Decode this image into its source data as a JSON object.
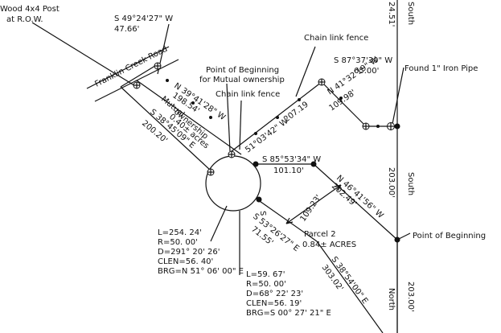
{
  "labels": {
    "post": [
      "Wood 4x4 Post",
      "at R.O.W."
    ],
    "top_left_bearing": "S 49°24'27\" W",
    "top_left_distance": "47.66'",
    "road": "Franklin Creek Road",
    "pob_mutual": [
      "Point of Beginning",
      "for Mutual ownership"
    ],
    "chain_link_top": "Chain link fence",
    "chain_link_mid": "Chain link fence",
    "top_bearing": "S 87°37'30\" W",
    "top_distance": "65.00'",
    "iron_pipe": "Found 1\" Iron Pipe",
    "south_top": "South",
    "south_top_dist": "24.51'",
    "south_mid": "South",
    "south_mid_dist": "203.00'",
    "north_bot": "North",
    "north_bot_dist": "203.00'",
    "pob": "Point of Beginning",
    "n39": "N 39°41'28\" W",
    "n39_dist": "198.54'",
    "mutual_ownership": [
      "Mutual",
      "ownership"
    ],
    "mutual_acres": "0.40± acres",
    "s38_left": "S 38°45'09\" E",
    "s38_left_dist": "200.20'",
    "b51": "51°03'42\" W",
    "b51_dist": "207.19",
    "n41": "N 41°32'19\" W",
    "n41_dist": "109.98'",
    "s85": "S 85°53'34\" W",
    "s85_dist": "101.10'",
    "n46": "N 46°41'56\" W",
    "n46_dist": "202.49'",
    "dim_109": "109.23'",
    "parcel": "Parcel 2",
    "parcel_acres": "0.84± ACRES",
    "s53": "S 53°26'27\" E",
    "s53_dist": "71.55'",
    "s38_bot": "S 38°54'00\" E",
    "s38_bot_dist": "303.02'",
    "curve1": [
      "L=254. 24'",
      "R=50. 00'",
      "D=291° 20' 26'",
      "CLEN=56. 40'",
      "BRG=N 51° 06' 00\" E"
    ],
    "curve2": [
      "L=59. 67'",
      "R=50. 00'",
      "D=68° 22' 23'",
      "CLEN=56. 19'",
      "BRG=S 00° 27' 21\" E"
    ]
  }
}
